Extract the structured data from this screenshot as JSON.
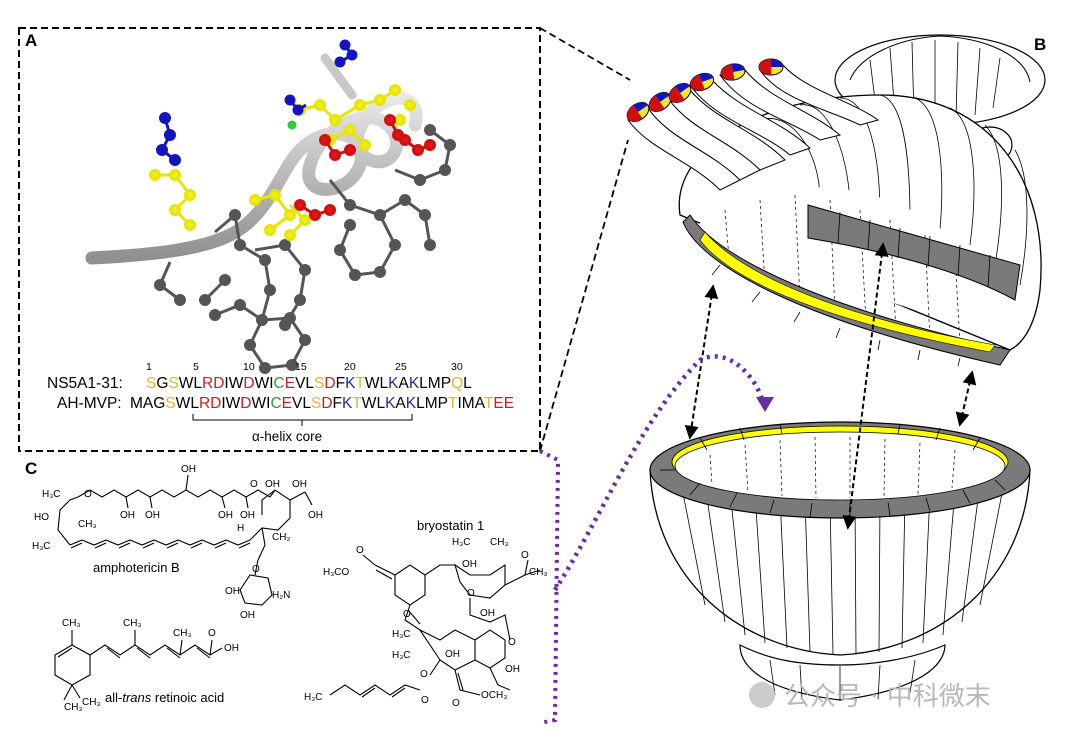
{
  "panels": {
    "a": "A",
    "b": "B",
    "c": "C"
  },
  "sequence": {
    "numbers": [
      "1",
      "5",
      "10",
      "15",
      "20",
      "25",
      "30"
    ],
    "row1_label": "NS5A1-31:",
    "row1_seq": "SGSWLRDIWDWICEVLSDFKTWLKAKLMPQL",
    "row2_label": "AH-MVP:",
    "row2_seq": "MAGSWLRDIWDWICEVLSDFKTWLKAKLMPTIMATEE",
    "core_label": "α-helix core"
  },
  "molecules": {
    "amphotericin": "amphotericin B",
    "bryostatin": "bryostatin 1",
    "retinoic_pre": "all-",
    "retinoic_italic": "trans",
    "retinoic_post": " retinoic acid"
  },
  "chem_labels": {
    "oh": "OH",
    "ho": "HO",
    "h3c": "H₃C",
    "ch3": "CH₃",
    "h2n": "H₂N",
    "h": "H",
    "ch2": "CH₂",
    "o": "O",
    "h3co": "H₃CO",
    "och3": "OCH₃"
  },
  "watermark": {
    "text": "公众号 · 中科微末"
  },
  "colors": {
    "yellow": "#e8b526",
    "red": "#c81e1e",
    "blue": "#1e2f8e",
    "green": "#2e9b3a",
    "helix_yellow": "#f0ea2a",
    "helix_blue": "#1515c0",
    "arrow_purple": "#6a2e9e",
    "band_gray": "#7a7a7a",
    "band_yellow": "#ffff00"
  }
}
